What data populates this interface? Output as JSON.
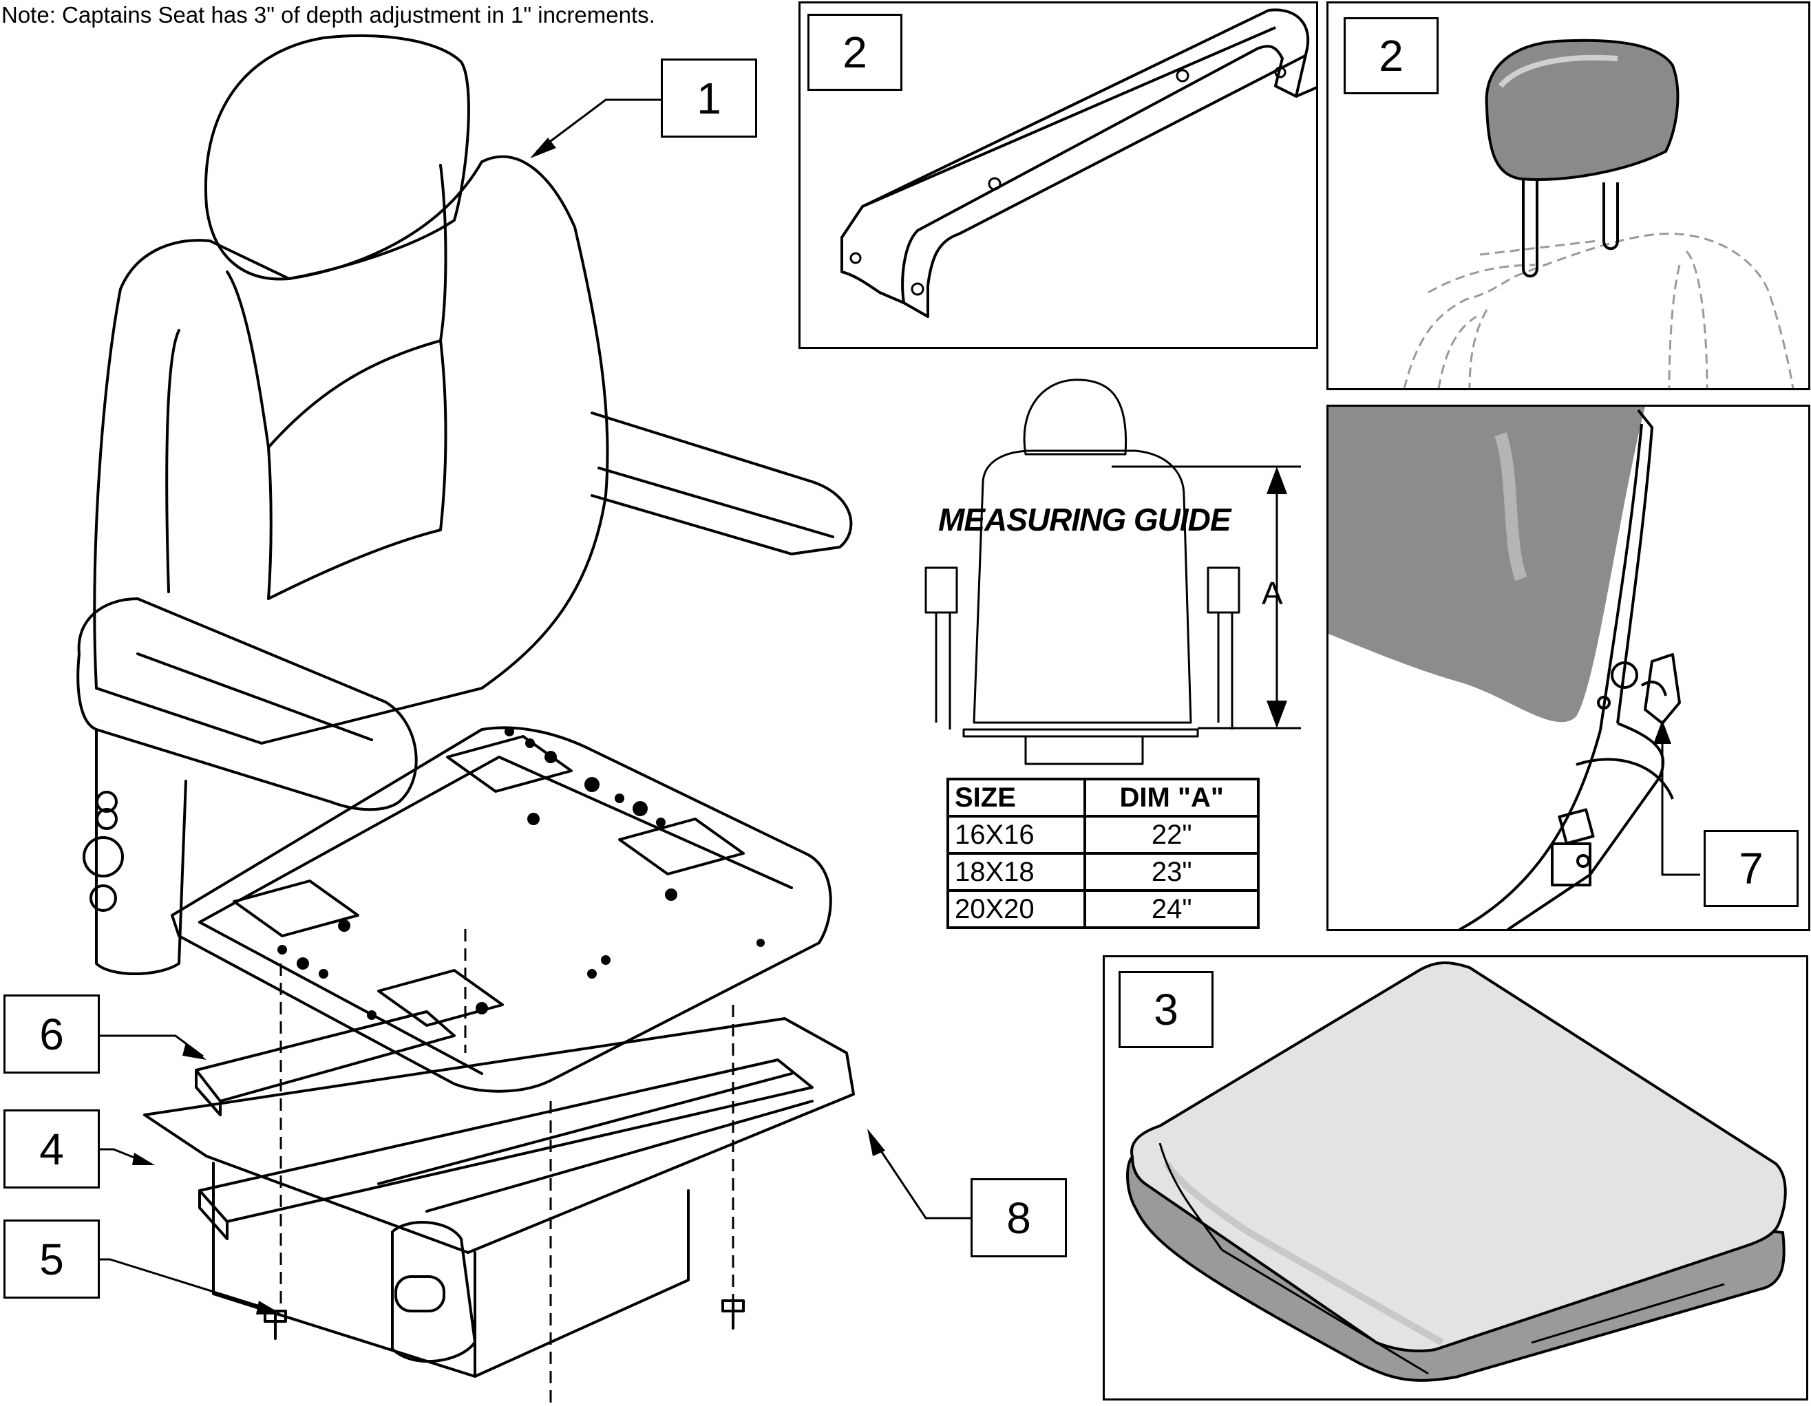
{
  "note": "Note: Captains Seat has 3\" of depth adjustment in 1\" increments.",
  "callouts": {
    "c1": "1",
    "c2a": "2",
    "c2b": "2",
    "c3": "3",
    "c4": "4",
    "c5": "5",
    "c6": "6",
    "c7": "7",
    "c8": "8"
  },
  "measuring_guide": {
    "title": "MEASURING GUIDE",
    "dimension_label": "A",
    "table": {
      "headers": [
        "SIZE",
        "DIM \"A\""
      ],
      "rows": [
        {
          "size": "16X16",
          "dim": "22\""
        },
        {
          "size": "18X18",
          "dim": "23\""
        },
        {
          "size": "20X20",
          "dim": "24\""
        }
      ]
    }
  },
  "colors": {
    "line": "#000000",
    "cushion_fill": "#e3e3e3",
    "cushion_side": "#9a9a9a",
    "headrest_fill": "#8a8a8a",
    "back_panel_fill": "#8c8c8c",
    "phantom_line": "#9a9a9a"
  }
}
